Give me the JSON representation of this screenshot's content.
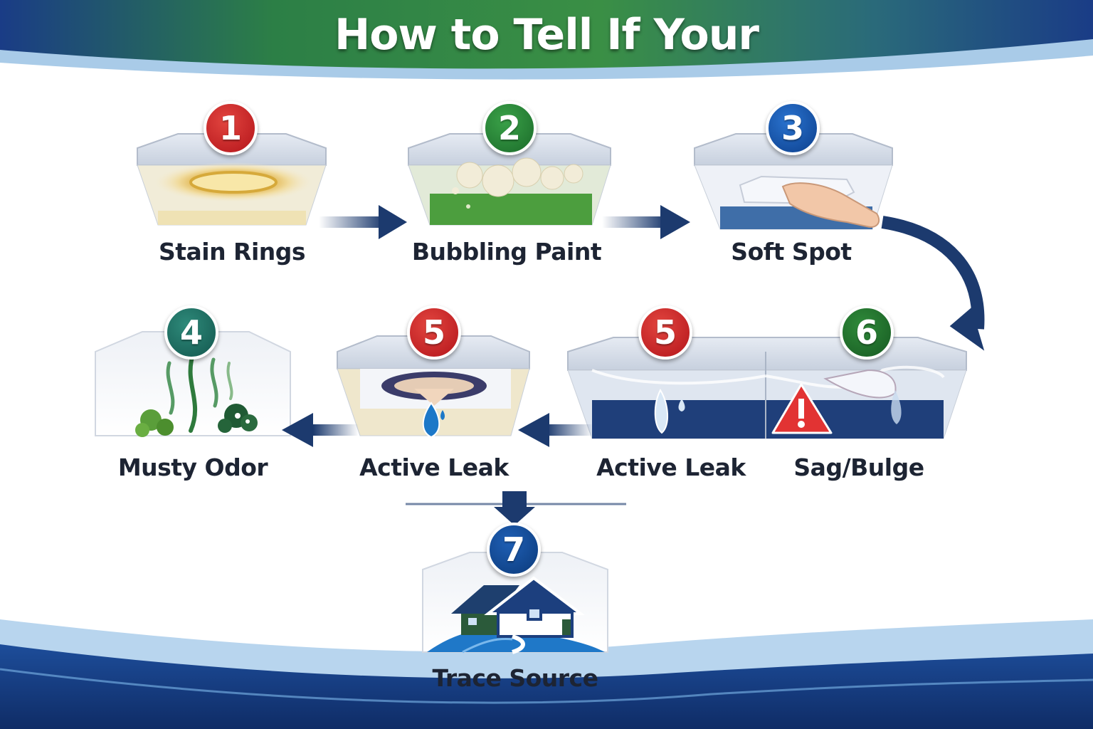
{
  "title": "How to Tell If Your",
  "steps": [
    {
      "number": "1",
      "label": "Stain Rings",
      "icon": "stain-rings-icon"
    },
    {
      "number": "2",
      "label": "Bubbling Paint",
      "icon": "bubbling-paint-icon"
    },
    {
      "number": "3",
      "label": "Soft Spot",
      "icon": "soft-spot-icon"
    },
    {
      "number": "4",
      "label": "Musty Odor",
      "icon": "musty-odor-icon"
    },
    {
      "number": "5",
      "label": "Active Leak",
      "icon": "active-leak-icon"
    },
    {
      "number": "5",
      "label": "Active Leak",
      "icon": "active-leak-drip-icon"
    },
    {
      "number": "6",
      "label": "Sag/Bulge",
      "icon": "sag-bulge-icon"
    },
    {
      "number": "7",
      "label": "Trace Source",
      "icon": "house-icon"
    }
  ],
  "colors": {
    "header_green": "#2f8a3c",
    "header_blue": "#1b3f8a",
    "arrow_navy": "#1c3a6e",
    "text_dark": "#1d2433"
  }
}
